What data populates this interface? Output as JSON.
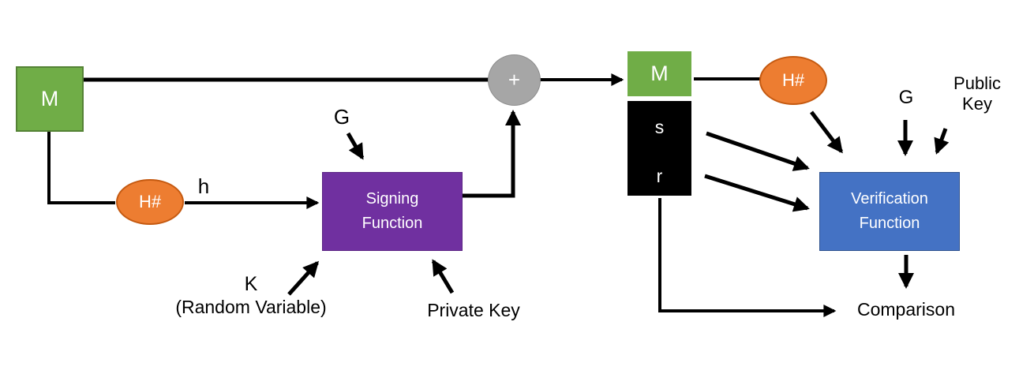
{
  "diagram": {
    "left_side": {
      "message_label": "M",
      "hash_label": "H#",
      "hash_output_label": "h",
      "generator_label": "G",
      "signing_function_line1": "Signing",
      "signing_function_line2": "Function",
      "random_k_label": "K",
      "random_k_sub_label": "(Random Variable)",
      "private_key_label": "Private Key",
      "combiner_label": "+"
    },
    "right_side": {
      "message_label": "M",
      "signature_s_label": "s",
      "signature_r_label": "r",
      "hash_label": "H#",
      "generator_label": "G",
      "public_key_label": "Public Key",
      "verification_function_line1": "Verification",
      "verification_function_line2": "Function",
      "comparison_label": "Comparison"
    },
    "colors": {
      "message_green": "#70ad47",
      "hash_orange": "#ed7d31",
      "signing_purple": "#7030a0",
      "verification_blue": "#4472c4",
      "combiner_gray": "#a6a6a6",
      "signature_black": "#000000",
      "line_black": "#000000"
    }
  }
}
